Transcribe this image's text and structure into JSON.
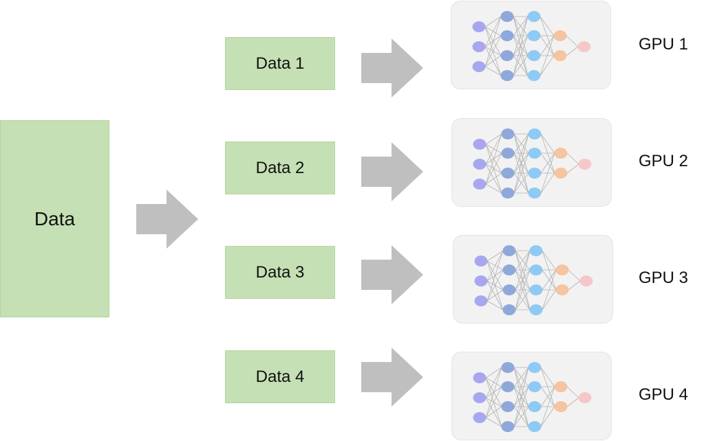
{
  "source": {
    "label": "Data"
  },
  "splits": [
    {
      "label": "Data 1",
      "gpu_label": "GPU 1"
    },
    {
      "label": "Data 2",
      "gpu_label": "GPU 2"
    },
    {
      "label": "Data 3",
      "gpu_label": "GPU 3"
    },
    {
      "label": "Data 4",
      "gpu_label": "GPU 4"
    }
  ],
  "colors": {
    "data_box": "#c5e0b4",
    "arrow": "#bfbfbf",
    "panel": "#f2f2f2",
    "layer_input": "#a9a6f0",
    "layer_hidden1": "#8fa8dc",
    "layer_hidden2": "#8fcaf5",
    "layer_hidden3": "#f6c49e",
    "layer_output": "#f6c7c9",
    "edge": "#b0b0b0"
  }
}
